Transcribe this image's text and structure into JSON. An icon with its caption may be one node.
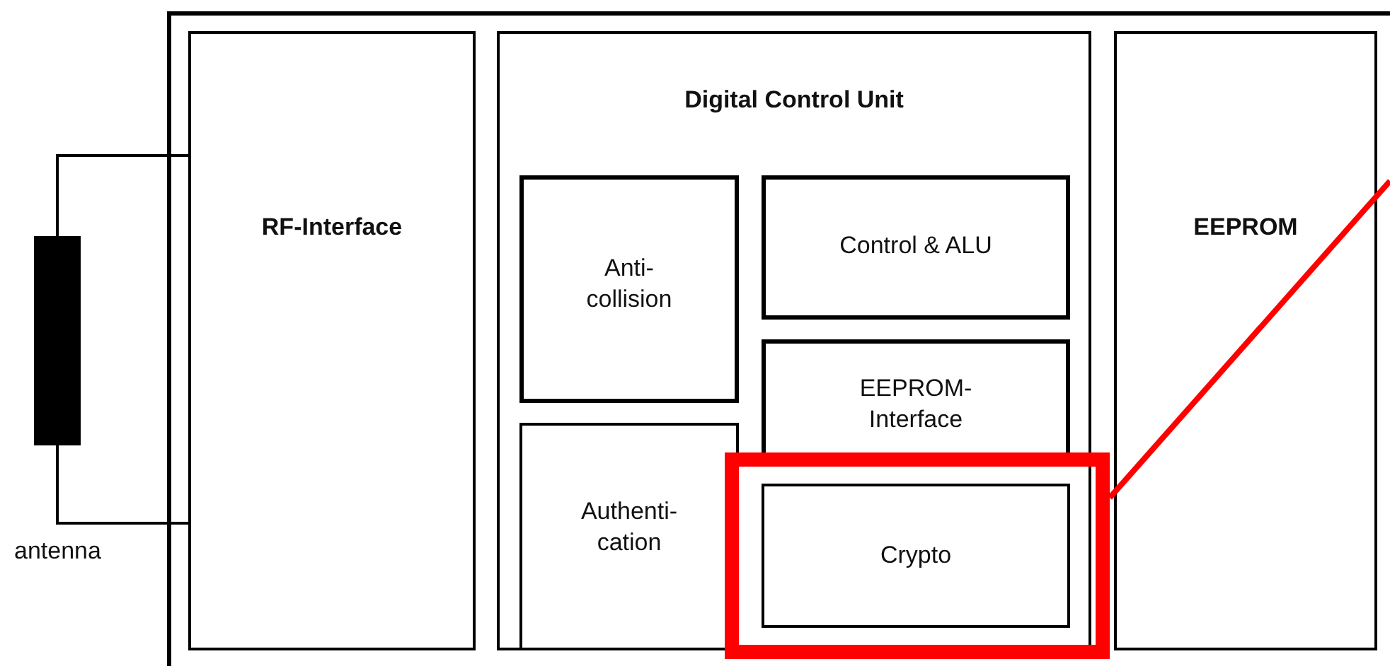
{
  "diagram": {
    "nodes": [
      {
        "text": [],
        "shape": "box"
      },
      {
        "text": [
          "RF-Interface"
        ],
        "in": 0
      },
      {
        "text": [
          "Digital Control Unit"
        ],
        "in": 0
      },
      {
        "text": [
          "Anti- collision"
        ],
        "in": 2
      },
      {
        "text": [
          "Control & ALU"
        ],
        "in": 2
      },
      {
        "text": [
          "EEPROM- Interface"
        ],
        "in": 2
      },
      {
        "text": [
          "Authenti- cation"
        ],
        "in": 2
      },
      {
        "text": [],
        "shape": "box",
        "in": 0
      },
      {
        "text": [
          "Crypto"
        ],
        "in": 7
      },
      {
        "text": [
          "EEPROM"
        ],
        "in": 0
      },
      {
        "text": [],
        "shape": "bar"
      }
    ],
    "edges": [
      {
        "from": 10,
        "to": 1,
        "arrow": "none"
      },
      {
        "from": 10,
        "to": 1,
        "arrow": "none"
      },
      {
        "from": 7,
        "to": null,
        "arrow": "none",
        "style": "thick",
        "color": "#ff0000"
      }
    ],
    "labels": [
      "antenna"
    ]
  }
}
